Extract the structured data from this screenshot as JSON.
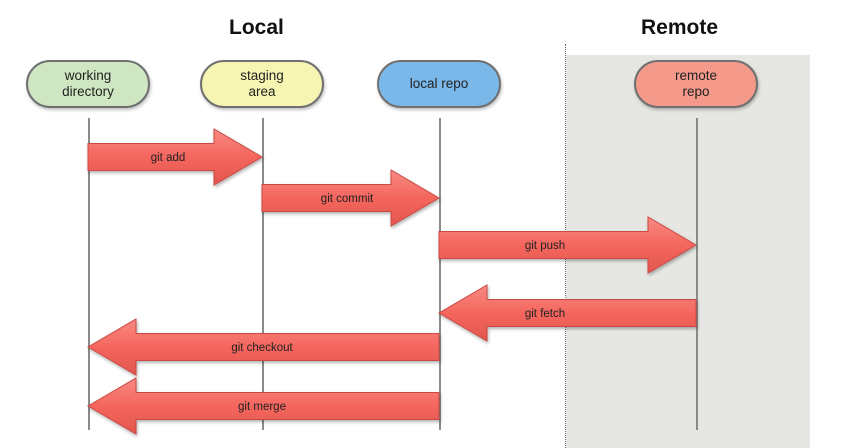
{
  "sections": {
    "local": "Local",
    "remote": "Remote"
  },
  "nodes": {
    "working_directory": "working\ndirectory",
    "staging_area": "staging\narea",
    "local_repo": "local repo",
    "remote_repo": "remote\nrepo"
  },
  "arrows": [
    {
      "label": "git add",
      "from": "working_directory",
      "to": "staging_area"
    },
    {
      "label": "git commit",
      "from": "staging_area",
      "to": "local_repo"
    },
    {
      "label": "git push",
      "from": "local_repo",
      "to": "remote_repo"
    },
    {
      "label": "git fetch",
      "from": "remote_repo",
      "to": "local_repo"
    },
    {
      "label": "git checkout",
      "from": "local_repo",
      "to": "working_directory"
    },
    {
      "label": "git merge",
      "from": "local_repo",
      "to": "working_directory"
    }
  ],
  "colors": {
    "arrow_fill": "#f4665d",
    "arrow_stroke": "#c94a44",
    "working_directory": "#cfe6c2",
    "staging_area": "#f6f6b2",
    "local_repo": "#7ab8ea",
    "remote_repo": "#f59a8b",
    "remote_background": "#e6e6e3"
  }
}
